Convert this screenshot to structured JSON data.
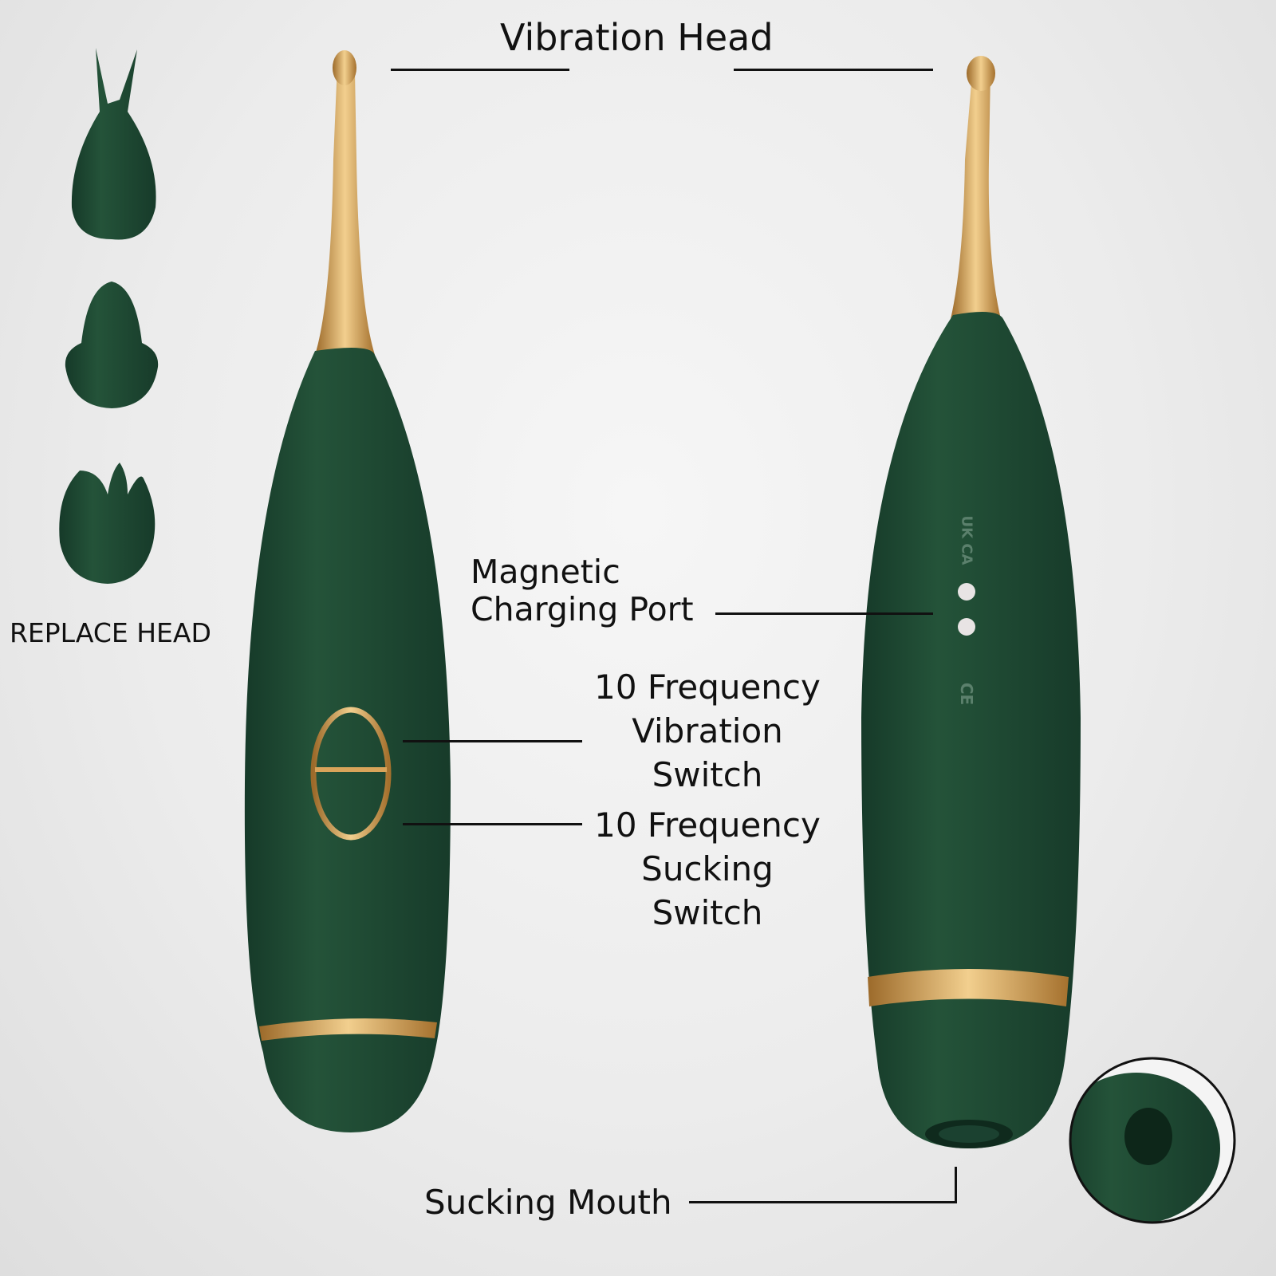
{
  "labels": {
    "vibration_head": "Vibration Head",
    "replace_head": "REPLACE HEAD",
    "magnetic_charging_port": [
      "Magnetic",
      "Charging Port"
    ],
    "vibration_switch": [
      "10 Frequency",
      "Vibration",
      "Switch"
    ],
    "sucking_switch": [
      "10 Frequency",
      "Sucking",
      "Switch"
    ],
    "sucking_mouth": "Sucking Mouth"
  },
  "colors": {
    "body_green": "#1f4a35",
    "gold": "#d9a45a",
    "background": "#ececec"
  },
  "embossed_marks": [
    "UK CA",
    "CE"
  ]
}
